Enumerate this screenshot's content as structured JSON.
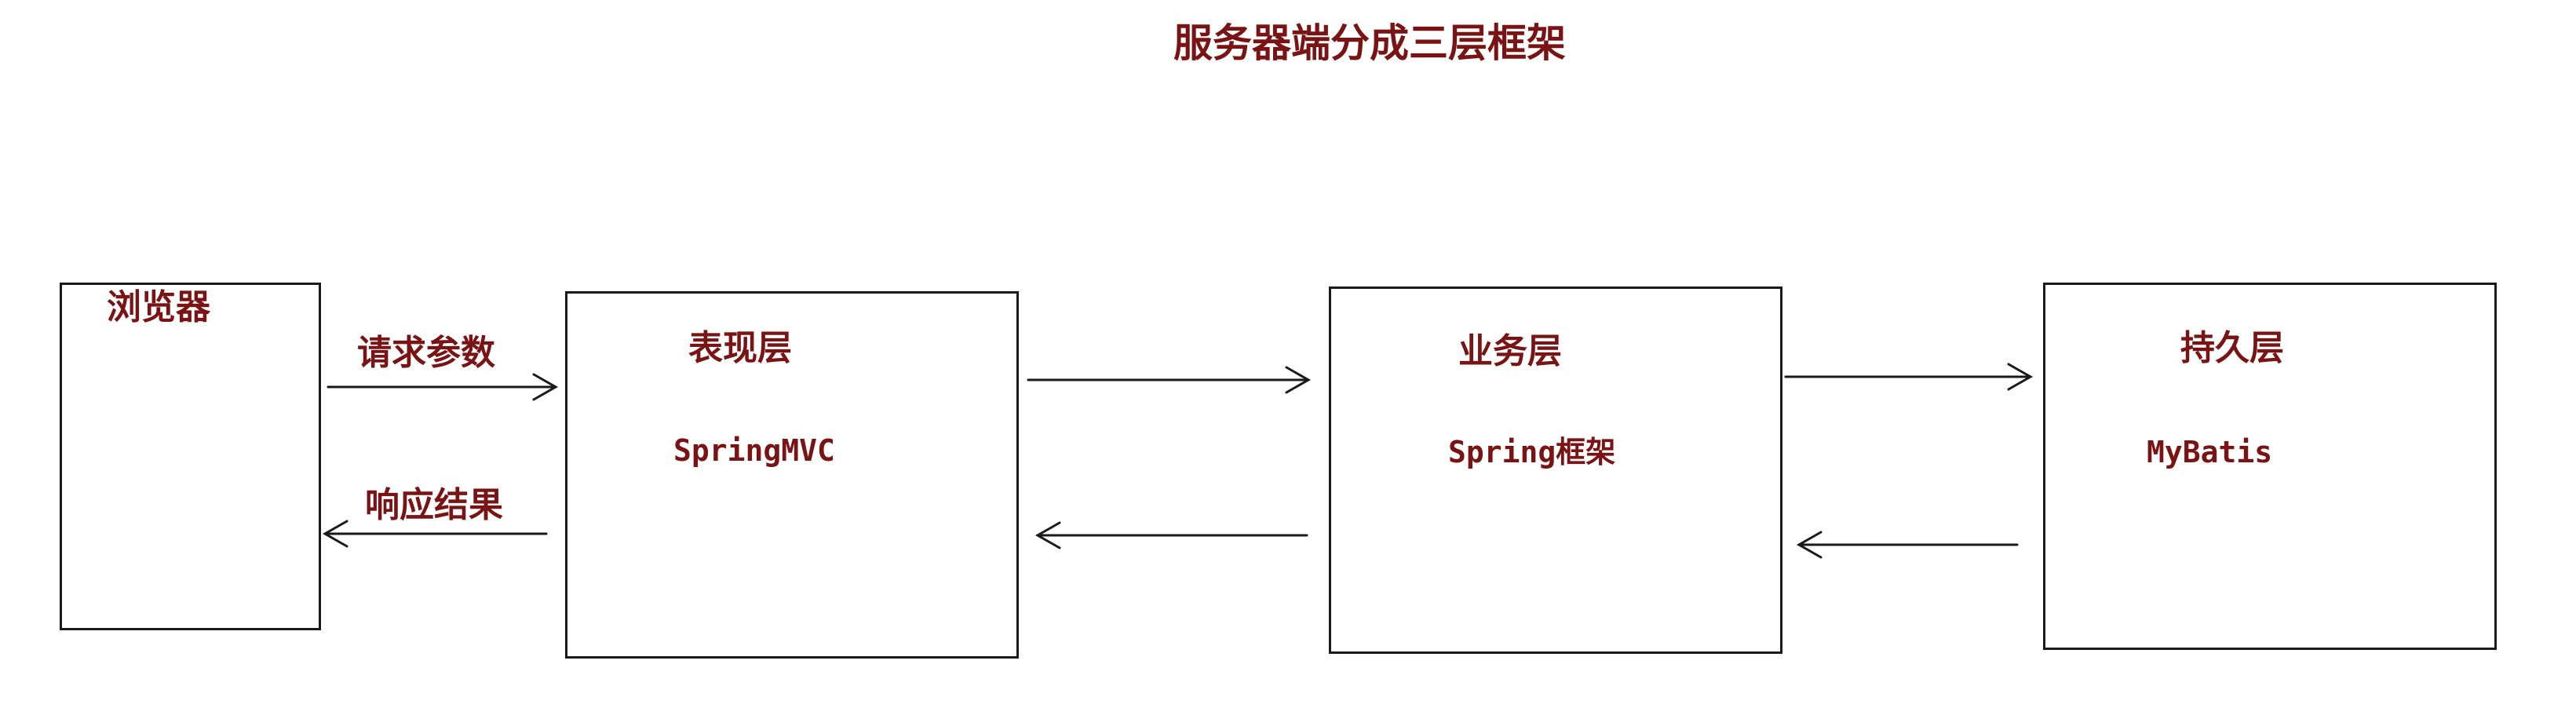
{
  "title": "服务器端分成三层框架",
  "nodes": {
    "browser": {
      "label": "浏览器"
    },
    "presentation": {
      "label": "表现层",
      "tech": "SpringMVC"
    },
    "business": {
      "label": "业务层",
      "tech": "Spring框架"
    },
    "persistence": {
      "label": "持久层",
      "tech": "MyBatis"
    }
  },
  "edges": {
    "request": {
      "label": "请求参数"
    },
    "response": {
      "label": "响应结果"
    }
  },
  "colors": {
    "text": "#7a1414",
    "line": "#1a1a1a",
    "background": "#ffffff"
  }
}
